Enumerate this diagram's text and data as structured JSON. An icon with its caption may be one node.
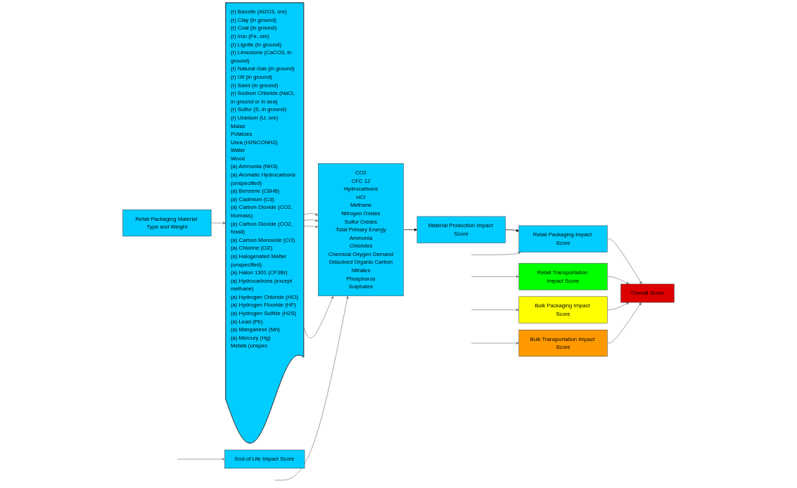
{
  "diagram": {
    "nodes": [
      {
        "text": [
          "Retail Packaging Material Type and Weight"
        ]
      },
      {
        "text": [
          "(r) Bauxite (Al2O3, ore)",
          "(r) Clay (in ground)",
          "(r) Coal (in ground)",
          "(r) Iron (Fe, ore)",
          "(r) Lignite (in ground)",
          "(r) Limestone (CaCO3, in ground)",
          "(r) Natural Gas (in ground)",
          "(r) Oil (in ground)",
          "(r) Sand (in ground)",
          "(r) Sodium Chloride (NaCl, in ground or in sea)",
          "(r) Sulfur (S, in ground)",
          "(r) Uranium (U, ore)",
          "Maize",
          "Potatoes",
          "Urea (H2NCONH2)",
          "Water",
          "Wood",
          "(a) Ammonia (NH3)",
          "(a) Aromatic Hydrocarbons (unspecified)",
          "(a) Benzene (C6H6)",
          "(a) Cadmium (Cd)",
          "(a) Carbon Dioxide (CO2, biomass)",
          "(a) Carbon Dioxide (CO2, fossil)",
          "(a) Carbon Monoxide (CO)",
          "(a) Chlorine (Cl2)",
          "(a) Halogenated Matter (unspecified)",
          "(a) Halon 1301 (CF3Br)",
          "(a) Hydrocarbons (except methane)",
          "(a) Hydrogen Chloride (HCl)",
          "(a) Hydrogen Fluoride (HF)",
          "(a) Hydrogen Sulfide (H2S)",
          "(a) Lead (Pb)",
          "(a) Manganese (Mn)",
          "(a) Mercury (Hg)",
          "Metals (unspec"
        ]
      },
      {
        "text": [
          "CO2",
          "CFC 12",
          "Hydrocarbons",
          "HCl",
          "Methane",
          "Nitrogen Oxides",
          "Sulfur Oxides",
          "Total Primary Energy",
          "Ammonia",
          "Chlorides",
          "Chemical Oxygen Demand",
          "Dissolved Organic Carbon",
          "Nitrates",
          "Phosphorus",
          "Sulphates"
        ]
      },
      {
        "text": [
          "Material Production Impact Score"
        ]
      },
      {
        "text": [
          "End of Life Impact Score"
        ]
      },
      {
        "text": [
          "Retail Packaging Impact Score"
        ]
      },
      {
        "text": [
          "Retail Transportation Impact Score"
        ]
      },
      {
        "text": [
          "Bulk Packaging Impact Score"
        ]
      },
      {
        "text": [
          "Bulk Transportation Impact Score"
        ]
      },
      {
        "text": [
          "Overall Score"
        ]
      }
    ],
    "edges": [
      {
        "from": 0,
        "to": 1,
        "arrow": "to"
      },
      {
        "from": 1,
        "to": 2,
        "arrow": "to"
      },
      {
        "from": 1,
        "to": 2,
        "arrow": "to"
      },
      {
        "from": 1,
        "to": 2,
        "arrow": "to"
      },
      {
        "from": 1,
        "to": 2,
        "arrow": "to"
      },
      {
        "from": null,
        "to": 2,
        "arrow": "to"
      },
      {
        "from": 2,
        "to": 3,
        "arrow": "to",
        "color": "#000000"
      },
      {
        "from": 3,
        "to": 5,
        "arrow": "to",
        "color": "#000000"
      },
      {
        "from": null,
        "to": 5,
        "arrow": "to"
      },
      {
        "from": null,
        "to": 4,
        "arrow": "to"
      },
      {
        "from": null,
        "to": 6,
        "arrow": "to"
      },
      {
        "from": null,
        "to": 7,
        "arrow": "to"
      },
      {
        "from": null,
        "to": 8,
        "arrow": "to"
      },
      {
        "from": 5,
        "to": 9,
        "arrow": "to"
      },
      {
        "from": 6,
        "to": 9,
        "arrow": "to"
      },
      {
        "from": 7,
        "to": 9,
        "arrow": "to"
      },
      {
        "from": 8,
        "to": 9,
        "arrow": "to"
      }
    ]
  }
}
